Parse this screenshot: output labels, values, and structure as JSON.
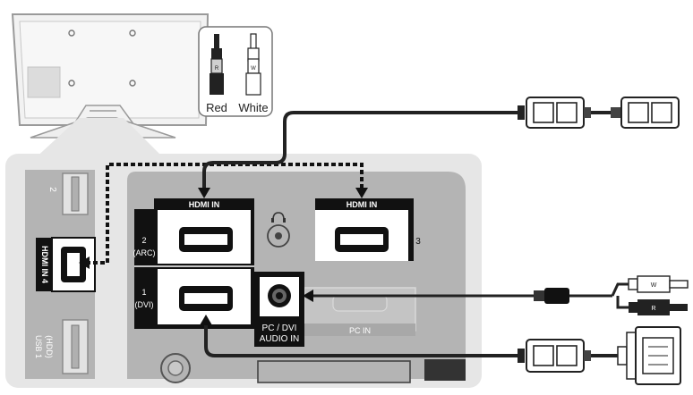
{
  "tv_back": {
    "ports": {
      "hdmi_in_label": "HDMI IN",
      "hdmi_2_number": "2",
      "hdmi_2_sub": "(ARC)",
      "hdmi_1_number": "1",
      "hdmi_1_sub": "(DVI)",
      "hdmi_3_number": "3",
      "pc_dvi_audio_line1": "PC / DVI",
      "pc_dvi_audio_line2": "AUDIO IN",
      "pc_in_label": "PC IN",
      "hdmi_4_label": "HDMI IN 4",
      "usb2_label": "2",
      "usb1_label": "USB 1",
      "usb1_sub": "(HDD)"
    }
  },
  "legend": {
    "red_label": "Red",
    "white_label": "White",
    "red_plug_letter": "R",
    "white_plug_letter": "W"
  },
  "colors": {
    "panel_gray": "#e6e6e6",
    "port_panel": "#b4b4b4",
    "port_black": "#111111",
    "cable": "#222222"
  }
}
